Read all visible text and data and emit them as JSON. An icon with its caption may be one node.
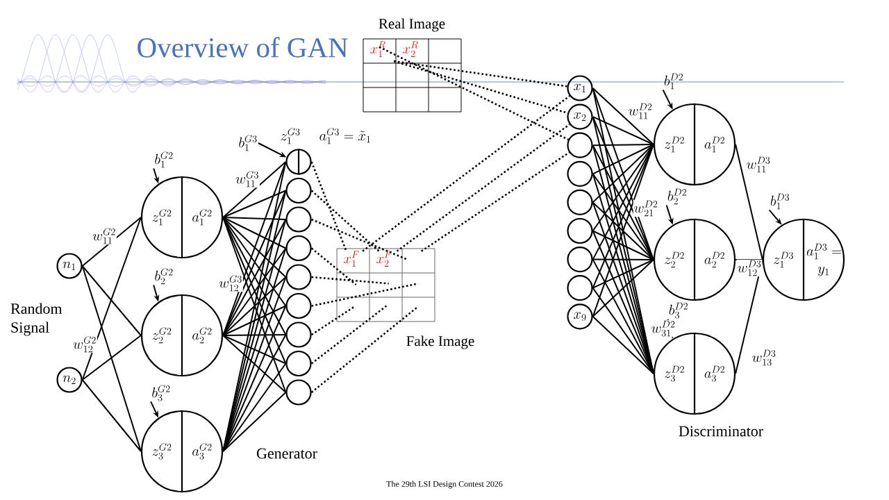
{
  "diagram": {
    "title": "Overview of GAN",
    "nodes": [
      {
        "text": [
          "n_1"
        ]
      },
      {
        "text": [
          "n_2"
        ]
      },
      {
        "text": [
          "z_1^{G2}",
          "a_1^{G2}"
        ]
      },
      {
        "text": [
          "z_2^{G2}",
          "a_2^{G2}"
        ]
      },
      {
        "text": [
          "z_3^{G2}",
          "a_3^{G2}"
        ]
      },
      {
        "text": [
          "z_1^{G3}",
          "a_1^{G3} = \\tilde{x}_1"
        ]
      },
      {
        "text": [],
        "shape": "circle"
      },
      {
        "text": [],
        "shape": "circle"
      },
      {
        "text": [],
        "shape": "circle"
      },
      {
        "text": [],
        "shape": "circle"
      },
      {
        "text": [],
        "shape": "circle"
      },
      {
        "text": [],
        "shape": "circle"
      },
      {
        "text": [],
        "shape": "circle"
      },
      {
        "text": [],
        "shape": "circle"
      },
      {
        "text": [
          "Real Image",
          "x_1^R",
          "x_2^R"
        ]
      },
      {
        "text": [
          "Fake Image",
          "x_1^F",
          "x_2^F"
        ]
      },
      {
        "text": [
          "x_1"
        ]
      },
      {
        "text": [
          "x_2"
        ]
      },
      {
        "text": [],
        "shape": "circle"
      },
      {
        "text": [],
        "shape": "circle"
      },
      {
        "text": [],
        "shape": "circle"
      },
      {
        "text": [],
        "shape": "circle"
      },
      {
        "text": [],
        "shape": "circle"
      },
      {
        "text": [],
        "shape": "circle"
      },
      {
        "text": [
          "x_9"
        ]
      },
      {
        "text": [
          "z_1^{D2}",
          "a_1^{D2}"
        ]
      },
      {
        "text": [
          "z_2^{D2}",
          "a_2^{D2}"
        ]
      },
      {
        "text": [
          "z_3^{D2}",
          "a_3^{D2}"
        ]
      },
      {
        "text": [
          "z_1^{D3}",
          "a_1^{D3} = y_1"
        ]
      },
      {
        "text": [
          "b_1^{G2}"
        ]
      },
      {
        "text": [
          "b_2^{G2}"
        ]
      },
      {
        "text": [
          "b_3^{G2}"
        ]
      },
      {
        "text": [
          "b_1^{G3}"
        ]
      },
      {
        "text": [
          "b_1^{D2}"
        ]
      },
      {
        "text": [
          "b_2^{D2}"
        ]
      },
      {
        "text": [
          "b_3^{D2}"
        ]
      },
      {
        "text": [
          "b_1^{D3}"
        ]
      }
    ],
    "edges": [
      {
        "from": 0,
        "to": 2,
        "arrow": "none",
        "label": "w_{11}^{G2}"
      },
      {
        "from": 0,
        "to": 3,
        "arrow": "none"
      },
      {
        "from": 0,
        "to": 4,
        "arrow": "none"
      },
      {
        "from": 1,
        "to": 2,
        "arrow": "none",
        "label": "w_{12}^{G2}"
      },
      {
        "from": 1,
        "to": 3,
        "arrow": "none"
      },
      {
        "from": 1,
        "to": 4,
        "arrow": "none"
      },
      {
        "from": 2,
        "to": 5,
        "arrow": "none",
        "label": "w_{11}^{G3}"
      },
      {
        "from": 2,
        "to": 6,
        "arrow": "none"
      },
      {
        "from": 2,
        "to": 7,
        "arrow": "none"
      },
      {
        "from": 2,
        "to": 8,
        "arrow": "none"
      },
      {
        "from": 2,
        "to": 9,
        "arrow": "none"
      },
      {
        "from": 2,
        "to": 10,
        "arrow": "none"
      },
      {
        "from": 2,
        "to": 11,
        "arrow": "none"
      },
      {
        "from": 2,
        "to": 12,
        "arrow": "none"
      },
      {
        "from": 2,
        "to": 13,
        "arrow": "none"
      },
      {
        "from": 3,
        "to": 5,
        "arrow": "none",
        "label": "w_{12}^{G3}"
      },
      {
        "from": 3,
        "to": 6,
        "arrow": "none"
      },
      {
        "from": 3,
        "to": 7,
        "arrow": "none"
      },
      {
        "from": 3,
        "to": 8,
        "arrow": "none"
      },
      {
        "from": 3,
        "to": 9,
        "arrow": "none"
      },
      {
        "from": 3,
        "to": 10,
        "arrow": "none"
      },
      {
        "from": 3,
        "to": 11,
        "arrow": "none"
      },
      {
        "from": 3,
        "to": 12,
        "arrow": "none"
      },
      {
        "from": 3,
        "to": 13,
        "arrow": "none"
      },
      {
        "from": 4,
        "to": 5,
        "arrow": "none"
      },
      {
        "from": 4,
        "to": 6,
        "arrow": "none"
      },
      {
        "from": 4,
        "to": 7,
        "arrow": "none"
      },
      {
        "from": 4,
        "to": 8,
        "arrow": "none"
      },
      {
        "from": 4,
        "to": 9,
        "arrow": "none"
      },
      {
        "from": 4,
        "to": 10,
        "arrow": "none"
      },
      {
        "from": 4,
        "to": 11,
        "arrow": "none"
      },
      {
        "from": 4,
        "to": 12,
        "arrow": "none"
      },
      {
        "from": 4,
        "to": 13,
        "arrow": "none"
      },
      {
        "from": 5,
        "to": 15,
        "arrow": "none",
        "style": "dashed"
      },
      {
        "from": 6,
        "to": 15,
        "arrow": "none",
        "style": "dashed"
      },
      {
        "from": 7,
        "to": 15,
        "arrow": "none",
        "style": "dashed"
      },
      {
        "from": 8,
        "to": 15,
        "arrow": "none",
        "style": "dashed"
      },
      {
        "from": 9,
        "to": 15,
        "arrow": "none",
        "style": "dashed"
      },
      {
        "from": 10,
        "to": 15,
        "arrow": "none",
        "style": "dashed"
      },
      {
        "from": 11,
        "to": 15,
        "arrow": "none",
        "style": "dashed"
      },
      {
        "from": 12,
        "to": 15,
        "arrow": "none",
        "style": "dashed"
      },
      {
        "from": 13,
        "to": 15,
        "arrow": "none",
        "style": "dashed"
      },
      {
        "from": 14,
        "to": 16,
        "arrow": "none",
        "style": "dashed"
      },
      {
        "from": 14,
        "to": 17,
        "arrow": "none",
        "style": "dashed"
      },
      {
        "from": 14,
        "to": 18,
        "arrow": "none",
        "style": "dashed"
      },
      {
        "from": 15,
        "to": 16,
        "arrow": "none",
        "style": "dashed"
      },
      {
        "from": 15,
        "to": 17,
        "arrow": "none",
        "style": "dashed"
      },
      {
        "from": 15,
        "to": 18,
        "arrow": "none",
        "style": "dashed"
      },
      {
        "from": 16,
        "to": 25,
        "arrow": "none",
        "label": "w_{11}^{D2}"
      },
      {
        "from": 16,
        "to": 26,
        "arrow": "none",
        "label": "w_{21}^{D2}"
      },
      {
        "from": 16,
        "to": 27,
        "arrow": "none",
        "label": "w_{31}^{D2}"
      },
      {
        "from": 17,
        "to": 25,
        "arrow": "none"
      },
      {
        "from": 17,
        "to": 26,
        "arrow": "none"
      },
      {
        "from": 17,
        "to": 27,
        "arrow": "none"
      },
      {
        "from": 18,
        "to": 25,
        "arrow": "none"
      },
      {
        "from": 18,
        "to": 26,
        "arrow": "none"
      },
      {
        "from": 18,
        "to": 27,
        "arrow": "none"
      },
      {
        "from": 19,
        "to": 25,
        "arrow": "none"
      },
      {
        "from": 19,
        "to": 26,
        "arrow": "none"
      },
      {
        "from": 19,
        "to": 27,
        "arrow": "none"
      },
      {
        "from": 20,
        "to": 25,
        "arrow": "none"
      },
      {
        "from": 20,
        "to": 26,
        "arrow": "none"
      },
      {
        "from": 20,
        "to": 27,
        "arrow": "none"
      },
      {
        "from": 21,
        "to": 25,
        "arrow": "none"
      },
      {
        "from": 21,
        "to": 26,
        "arrow": "none"
      },
      {
        "from": 21,
        "to": 27,
        "arrow": "none"
      },
      {
        "from": 22,
        "to": 25,
        "arrow": "none"
      },
      {
        "from": 22,
        "to": 26,
        "arrow": "none"
      },
      {
        "from": 22,
        "to": 27,
        "arrow": "none"
      },
      {
        "from": 23,
        "to": 25,
        "arrow": "none"
      },
      {
        "from": 23,
        "to": 26,
        "arrow": "none"
      },
      {
        "from": 23,
        "to": 27,
        "arrow": "none"
      },
      {
        "from": 24,
        "to": 25,
        "arrow": "none"
      },
      {
        "from": 24,
        "to": 26,
        "arrow": "none"
      },
      {
        "from": 24,
        "to": 27,
        "arrow": "none"
      },
      {
        "from": 25,
        "to": 28,
        "arrow": "none",
        "label": "w_{11}^{D3}"
      },
      {
        "from": 26,
        "to": 28,
        "arrow": "none",
        "label": "w_{12}^{D3}"
      },
      {
        "from": 27,
        "to": 28,
        "arrow": "none",
        "label": "w_{13}^{D3}"
      },
      {
        "from": 29,
        "to": 2,
        "arrow": "to"
      },
      {
        "from": 30,
        "to": 3,
        "arrow": "to"
      },
      {
        "from": 31,
        "to": 4,
        "arrow": "to"
      },
      {
        "from": 32,
        "to": 5,
        "arrow": "to"
      },
      {
        "from": 33,
        "to": 25,
        "arrow": "to"
      },
      {
        "from": 34,
        "to": 26,
        "arrow": "to"
      },
      {
        "from": 35,
        "to": 27,
        "arrow": "to"
      },
      {
        "from": 36,
        "to": 28,
        "arrow": "to"
      }
    ],
    "labels": [
      "Random Signal",
      "Generator",
      "Discriminator",
      "The 29th LSI Design Contest 2026"
    ]
  }
}
